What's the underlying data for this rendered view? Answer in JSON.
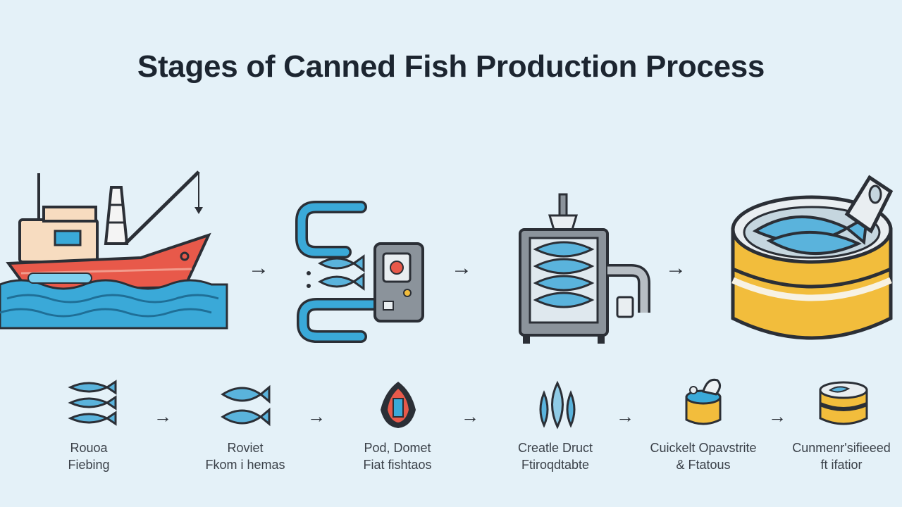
{
  "title": "Stages of Canned Fish Production Process",
  "arrow_glyph": "→",
  "top_stages": [
    {
      "icon": "fishing-boat-icon"
    },
    {
      "icon": "fish-cleaning-machine-icon"
    },
    {
      "icon": "cooking-steamer-icon"
    },
    {
      "icon": "open-fish-can-icon"
    }
  ],
  "bottom_steps": [
    {
      "icon": "fish-catch-icon",
      "line1": "Rouoa",
      "line2": "Fiebing"
    },
    {
      "icon": "fish-pair-icon",
      "line1": "Roviet",
      "line2": "Fkom i hemas"
    },
    {
      "icon": "fish-processing-icon",
      "line1": "Pod, Domet",
      "line2": "Fiat fishtaos"
    },
    {
      "icon": "fish-fillets-icon",
      "line1": "Creatle Druct",
      "line2": "Ftiroqdtabte"
    },
    {
      "icon": "can-sealing-icon",
      "line1": "Cuickelt Opavstrite",
      "line2": "& Ftatous"
    },
    {
      "icon": "finished-can-icon",
      "line1": "Cunmenr'sifieeed",
      "line2": "ft ifatior"
    }
  ],
  "colors": {
    "background": "#e4f1f8",
    "boat_hull": "#e8594a",
    "water": "#3aa9d8",
    "fish": "#5ab3dc",
    "can_gold": "#f2bd3c",
    "machine_gray": "#8b939b"
  }
}
